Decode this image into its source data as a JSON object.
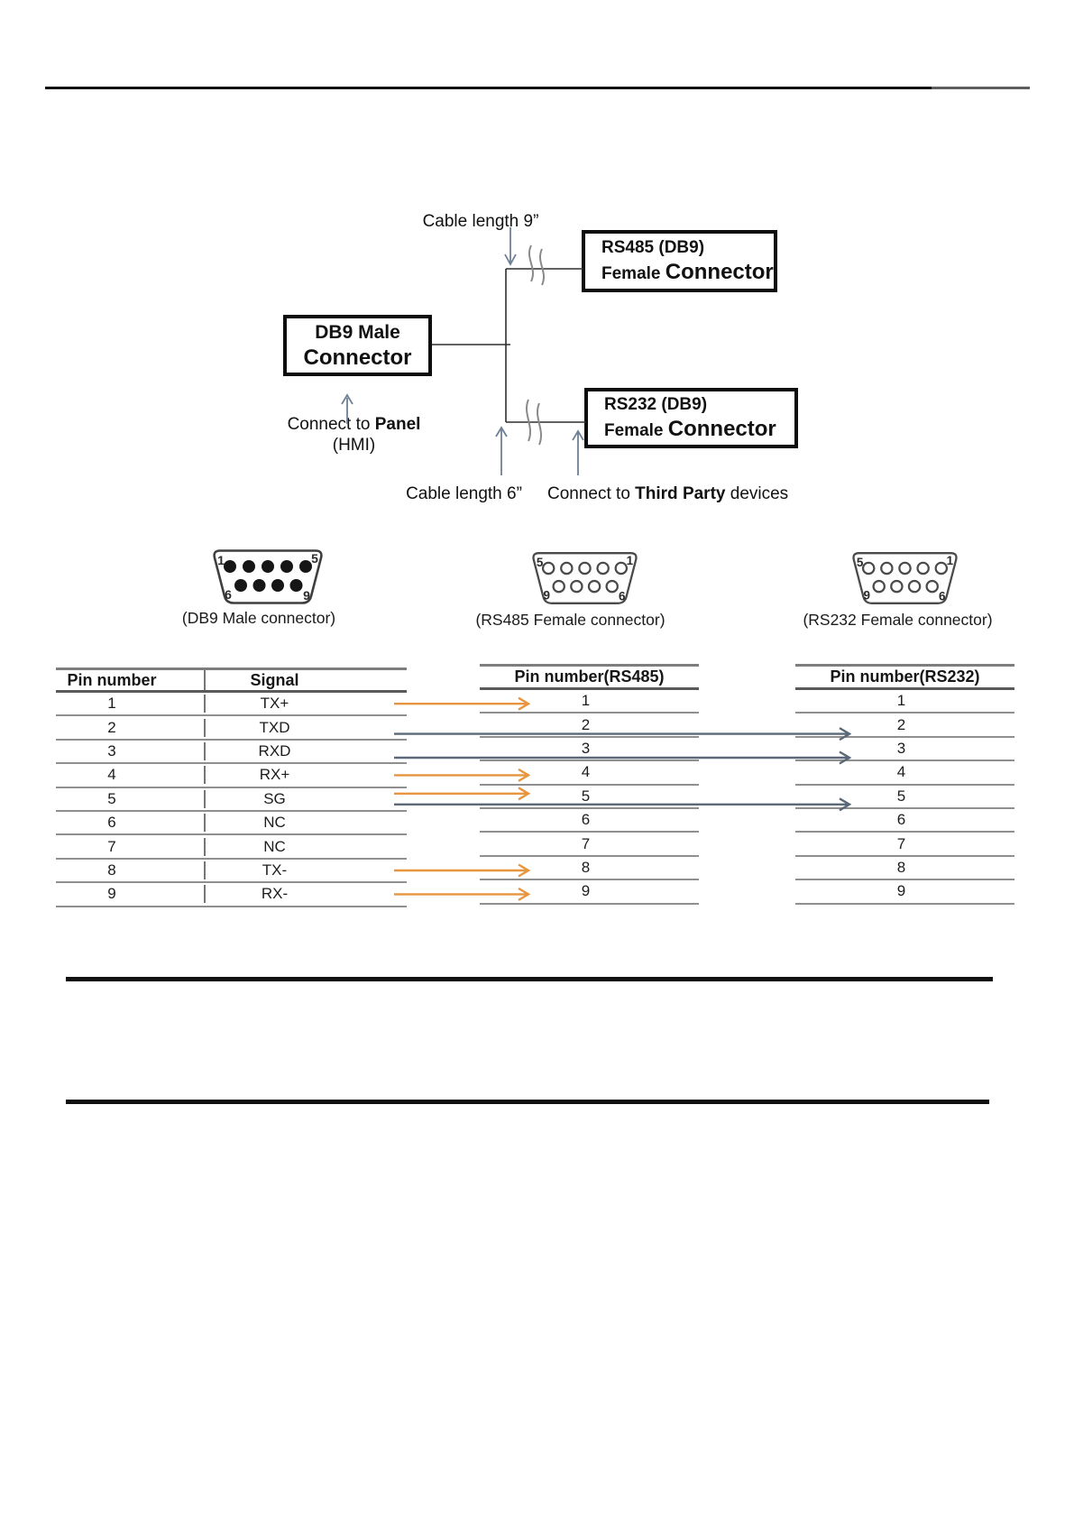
{
  "colors": {
    "orange": "#E8953F",
    "slate": "#5A6878"
  },
  "diagram": {
    "cable_length_top": "Cable length 9”",
    "cable_length_bottom": "Cable length 6”",
    "db9_box_line1": "DB9 Male",
    "db9_box_line2": "Connector",
    "rs485_box_line1": "RS485 (DB9)",
    "rs485_box_line2a": "Female ",
    "rs485_box_line2b": "Connector",
    "rs232_box_line1": "RS232 (DB9)",
    "rs232_box_line2a": "Female ",
    "rs232_box_line2b": "Connector",
    "connect_panel_prefix": "Connect to ",
    "connect_panel_bold": "Panel",
    "connect_panel_line2": "(HMI)",
    "connect_tp_prefix": "Connect to ",
    "connect_tp_bold": "Third Party",
    "connect_tp_suffix": " devices"
  },
  "connectors": {
    "male": {
      "caption": "(DB9 Male connector)",
      "tl": "1",
      "tr": "5",
      "bl": "6",
      "br": "9"
    },
    "rs485": {
      "caption": "(RS485 Female connector)",
      "tl": "5",
      "tr": "1",
      "bl": "9",
      "br": "6"
    },
    "rs232": {
      "caption": "(RS232 Female connector)",
      "tl": "5",
      "tr": "1",
      "bl": "9",
      "br": "6"
    }
  },
  "pin_table": {
    "left_headers": {
      "pin": "Pin number",
      "signal": "Signal"
    },
    "left_rows": [
      {
        "pin": "1",
        "signal": "TX+"
      },
      {
        "pin": "2",
        "signal": "TXD"
      },
      {
        "pin": "3",
        "signal": "RXD"
      },
      {
        "pin": "4",
        "signal": "RX+"
      },
      {
        "pin": "5",
        "signal": "SG"
      },
      {
        "pin": "6",
        "signal": "NC"
      },
      {
        "pin": "7",
        "signal": "NC"
      },
      {
        "pin": "8",
        "signal": "TX-"
      },
      {
        "pin": "9",
        "signal": "RX-"
      }
    ],
    "rs485_header": "Pin number(RS485)",
    "rs485_pins": [
      "1",
      "2",
      "3",
      "4",
      "5",
      "6",
      "7",
      "8",
      "9"
    ],
    "rs232_header": "Pin number(RS232)",
    "rs232_pins": [
      "1",
      "2",
      "3",
      "4",
      "5",
      "6",
      "7",
      "8",
      "9"
    ],
    "connections": [
      {
        "from_pin": 1,
        "to": "rs485"
      },
      {
        "from_pin": 2,
        "to": "rs232"
      },
      {
        "from_pin": 3,
        "to": "rs232"
      },
      {
        "from_pin": 4,
        "to": "rs485"
      },
      {
        "from_pin": 5,
        "to": "rs485"
      },
      {
        "from_pin": 5,
        "to": "rs232"
      },
      {
        "from_pin": 8,
        "to": "rs485"
      },
      {
        "from_pin": 9,
        "to": "rs485"
      }
    ]
  }
}
